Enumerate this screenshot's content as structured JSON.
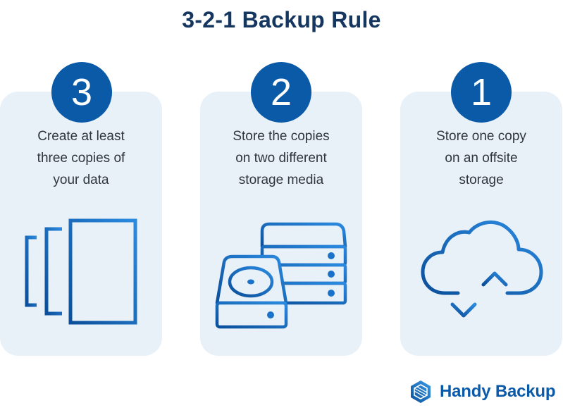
{
  "title": "3-2-1 Backup Rule",
  "colors": {
    "title": "#15365f",
    "badge": "#0b5aa8",
    "card_background": "#e8f0f8",
    "icon_stroke": "#1a73c8",
    "body_text": "#2f3640"
  },
  "cards": [
    {
      "number": "3",
      "lines": [
        "Create at least",
        "three copies of",
        "your data"
      ],
      "icon": "document-copies-icon"
    },
    {
      "number": "2",
      "lines": [
        "Store the copies",
        "on two different",
        "storage media"
      ],
      "icon": "storage-drives-icon"
    },
    {
      "number": "1",
      "lines": [
        "Store one copy",
        "on an offsite",
        "storage"
      ],
      "icon": "cloud-sync-icon"
    }
  ],
  "brand": {
    "name": "Handy Backup",
    "icon": "handy-backup-logo-icon"
  }
}
